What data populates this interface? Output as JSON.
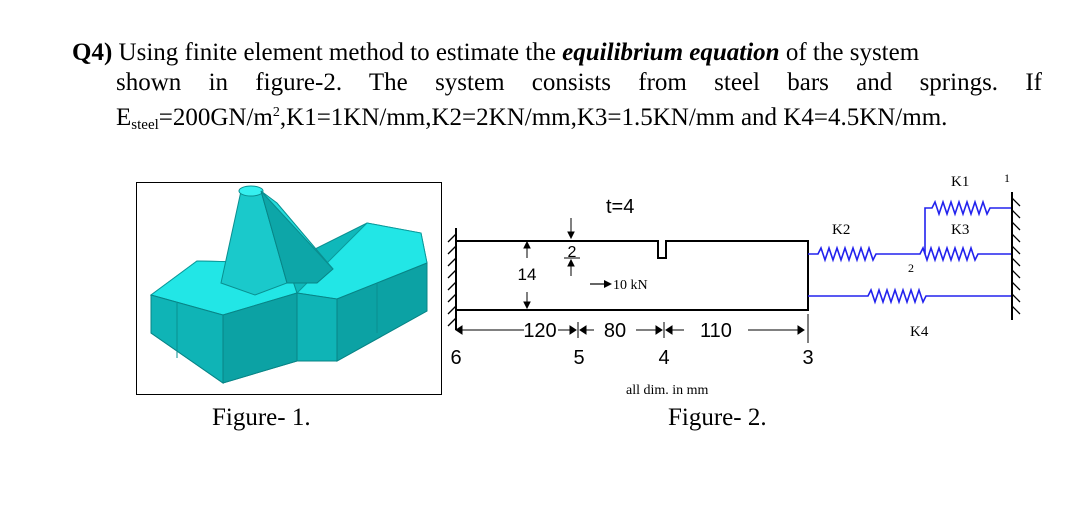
{
  "question": {
    "number": "Q4)",
    "line1_a": " Using finite element method to estimate the ",
    "line1_emph": "equilibrium equation",
    "line1_b": " of the system",
    "line2": "shown in figure-2. The system consists from steel bars and springs. If",
    "line3_E": "E",
    "line3_sub": "steel",
    "line3_a": "=200GN/m",
    "line3_sup": "2",
    "line3_b": ",K1=1KN/mm,K2=2KN/mm,K3=1.5KN/mm and K4=4.5KN/mm."
  },
  "figure1": {
    "caption": "Figure- 1."
  },
  "figure2": {
    "caption": "Figure- 2.",
    "thickness_label": "t=4",
    "dim_height": "14",
    "dim_step": "2",
    "load_label": "10 kN",
    "dims": [
      "120",
      "80",
      "110"
    ],
    "node_labels": [
      "6",
      "5",
      "4",
      "3"
    ],
    "spring_labels": {
      "k1": "K1",
      "k2": "K2",
      "k3": "K3",
      "k4": "K4"
    },
    "spring_nodes": {
      "n1": "1",
      "n2": "2"
    },
    "units_note": "all dim. in mm"
  },
  "colors": {
    "cyan": "#19e0e0",
    "cyan_dark": "#0aa9ab",
    "spring_blue": "#2222ee"
  }
}
